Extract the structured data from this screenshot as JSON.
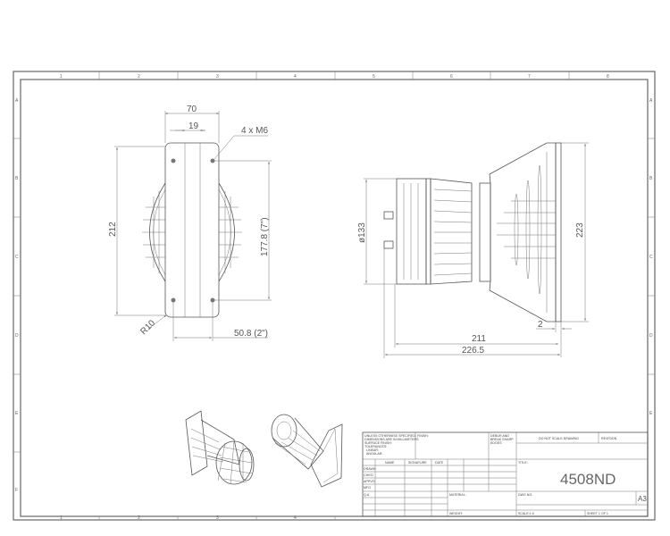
{
  "frame": {
    "columns": [
      "1",
      "2",
      "3",
      "4",
      "5",
      "6",
      "7",
      "8"
    ],
    "rows": [
      "A",
      "B",
      "C",
      "D",
      "E",
      "F"
    ]
  },
  "front_view": {
    "dim_width": "70",
    "dim_slot": "19",
    "dim_height": "212",
    "dim_hole_vertical": "177.8 (7\")",
    "dim_hole_horizontal": "50.8 (2\")",
    "holes_callout": "4 x M6",
    "corner_radius": "R10"
  },
  "side_view": {
    "dim_diameter": "ø133",
    "dim_flange_height": "223",
    "dim_flange_thickness": "2",
    "dim_length_211": "211",
    "dim_overall_length": "226.5"
  },
  "title_block": {
    "notes": [
      "UNLESS OTHERWISE SPECIFIED:",
      "DIMENSIONS ARE IN MILLIMETERS",
      "SURFACE FINISH:",
      "TOLERANCES:",
      "  LINEAR:",
      "  ANGULAR:"
    ],
    "finish_label": "FINISH:",
    "debur": [
      "DEBUR AND",
      "BREAK SHARP",
      "EDGES"
    ],
    "do_not_scale": "DO NOT SCALE DRAWING",
    "revision_label": "REVISION",
    "col_name": "NAME",
    "col_signature": "SIGNATURE",
    "col_date": "DATE",
    "row_labels": [
      "DRAWN",
      "CHK'D",
      "APPV'D",
      "MFG",
      "Q.A"
    ],
    "title_label": "TITLE:",
    "title": "4508ND",
    "material_label": "MATERIAL:",
    "dwg_no_label": "DWG NO.",
    "size": "A3",
    "weight_label": "WEIGHT:",
    "scale_label": "SCALE:1:5",
    "sheet_label": "SHEET 1 OF 1"
  }
}
